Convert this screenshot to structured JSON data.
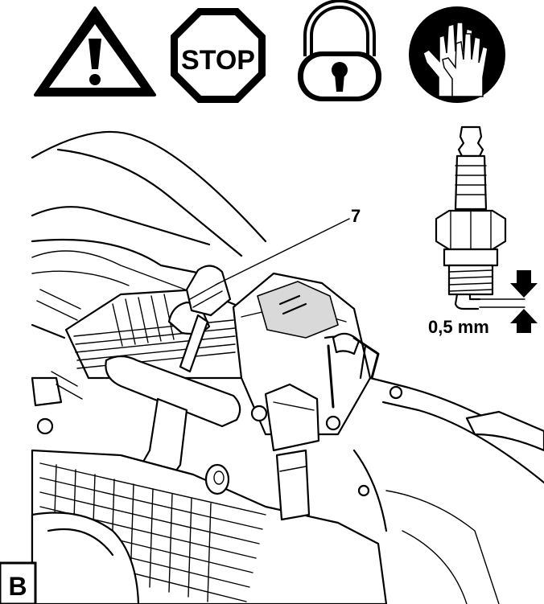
{
  "icons": [
    {
      "name": "warning-triangle-icon"
    },
    {
      "name": "stop-sign-icon",
      "text": "STOP"
    },
    {
      "name": "padlock-icon"
    },
    {
      "name": "protective-gloves-icon"
    }
  ],
  "callout_number": "7",
  "gap_label": "0,5 mm",
  "figure_letter": "B"
}
